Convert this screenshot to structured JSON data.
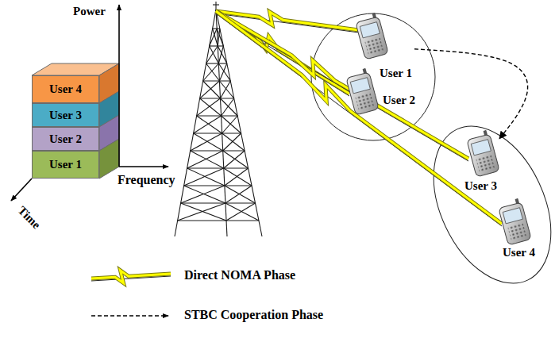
{
  "diagram": {
    "nodes": [
      {
        "text": [
          "User 4"
        ]
      },
      {
        "text": [
          "User 3"
        ]
      },
      {
        "text": [
          "User 2"
        ]
      },
      {
        "text": [
          "User 1"
        ]
      },
      {
        "text": [
          "User 1"
        ]
      },
      {
        "text": [
          "User 2"
        ]
      },
      {
        "text": [
          "User 3"
        ]
      },
      {
        "text": [
          "User 4"
        ]
      }
    ],
    "edges": [
      {
        "from": 4,
        "to": 6,
        "arrow": "to"
      }
    ],
    "labels": [
      "Power",
      "Frequency",
      "Time"
    ],
    "legend": [
      {
        "text": "Direct NOMA Phase"
      },
      {
        "text": "STBC Cooperation Phase"
      }
    ]
  }
}
